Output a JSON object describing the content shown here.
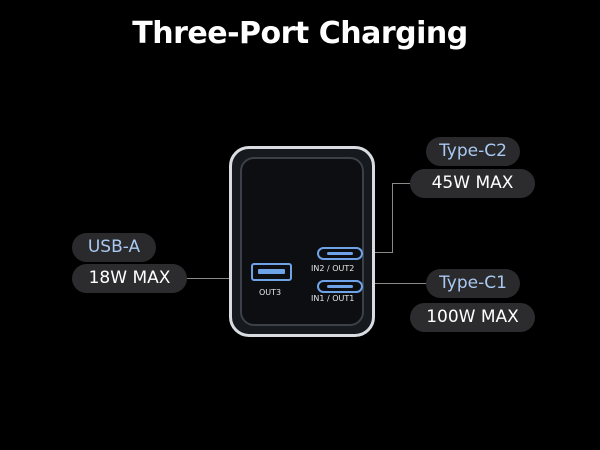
{
  "title": "Three-Port Charging",
  "ports": {
    "usb_a": {
      "type": "USB-A",
      "watt": "18W MAX",
      "label": "OUT3"
    },
    "type_c2": {
      "type": "Type-C2",
      "watt": "45W MAX",
      "label": "IN2 / OUT2"
    },
    "type_c1": {
      "type": "Type-C1",
      "watt": "100W MAX",
      "label": "IN1 / OUT1"
    }
  },
  "colors": {
    "background": "#000000",
    "port_accent": "#6fa3e8",
    "type_text": "#a9c9f2",
    "pill_bg": "#2c2c2e"
  }
}
